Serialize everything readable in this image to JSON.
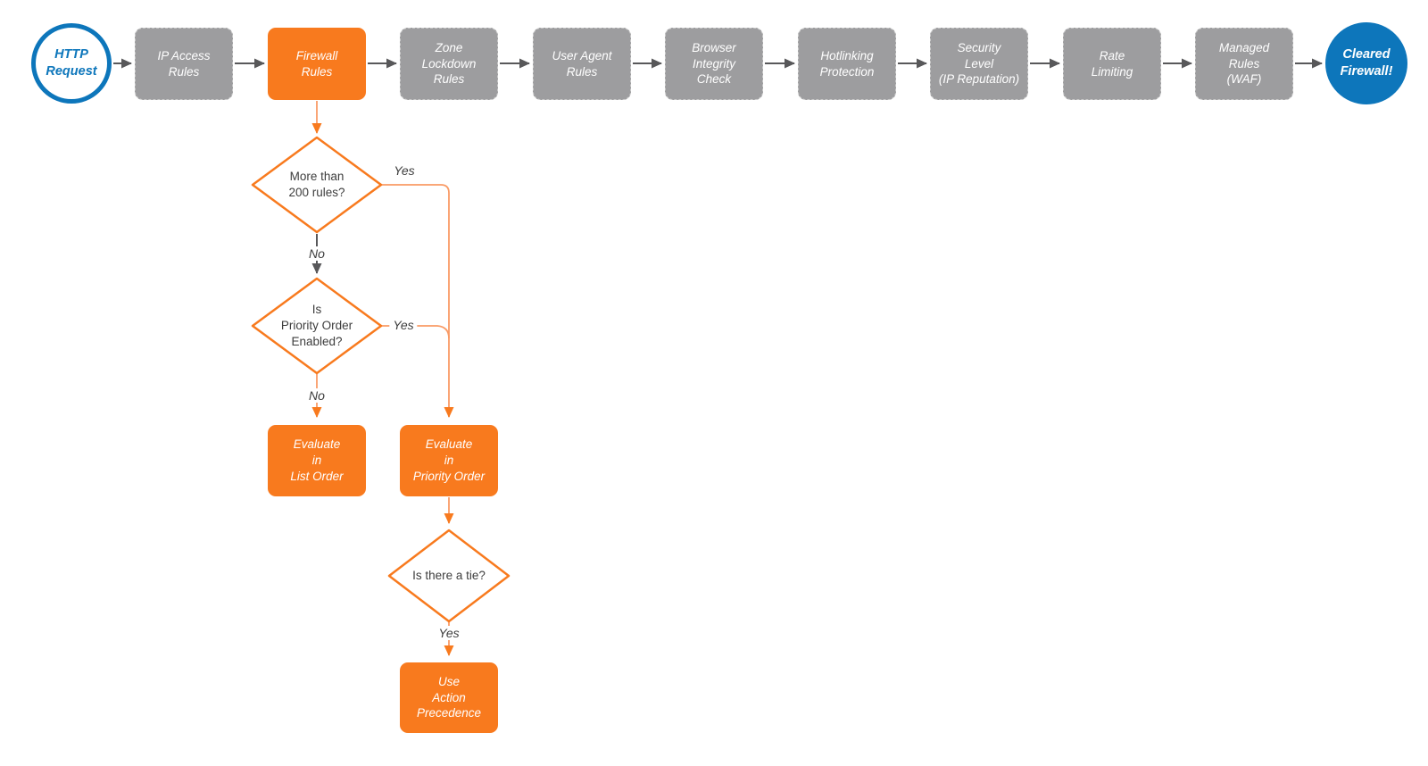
{
  "colors": {
    "orange": "#F87A1E",
    "orange_light": "#F99B66",
    "blue": "#0D76BB",
    "gray": "#9D9D9F",
    "arrow": "#58585A",
    "ink": "#3D3D3D"
  },
  "pipeline": {
    "start": "HTTP\nRequest",
    "steps": [
      "IP Access\nRules",
      "Firewall\nRules",
      "Zone\nLockdown\nRules",
      "User Agent\nRules",
      "Browser\nIntegrity\nCheck",
      "Hotlinking\nProtection",
      "Security\nLevel\n(IP Reputation)",
      "Rate\nLimiting",
      "Managed\nRules\n(WAF)"
    ],
    "end": "Cleared\nFirewall!"
  },
  "decisions": {
    "more_than_200": "More than\n200 rules?",
    "priority_enabled": "Is\nPriority Order\nEnabled?",
    "tie": "Is there a tie?"
  },
  "actions": {
    "list_order": "Evaluate\nin\nList Order",
    "priority_order": "Evaluate\nin\nPriority Order",
    "action_precedence": "Use\nAction\nPrecedence"
  },
  "edge_labels": {
    "d1_yes": "Yes",
    "d1_no": "No",
    "d2_yes": "Yes",
    "d2_no": "No",
    "d3_yes": "Yes"
  }
}
